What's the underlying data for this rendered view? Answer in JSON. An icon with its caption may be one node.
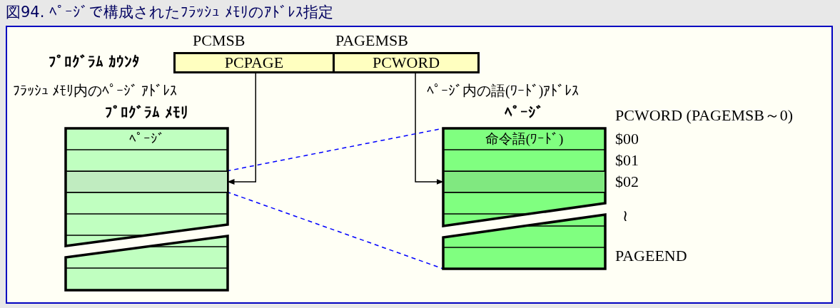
{
  "diagram": {
    "title": "図94. ﾍﾟｰｼﾞで構成されたﾌﾗｯｼｭ ﾒﾓﾘのｱﾄﾞﾚｽ指定",
    "nodes": [
      {
        "text": [
          "PCPAGE"
        ]
      },
      {
        "text": [
          "PCWORD"
        ]
      },
      {
        "text": [
          "ﾌﾟﾛｸﾞﾗﾑ ﾒﾓﾘ",
          "ﾍﾟｰｼﾞ"
        ]
      },
      {
        "text": [],
        "shape": "box",
        "in": 2
      },
      {
        "text": [
          "ﾍﾟｰｼﾞ",
          "命令語(ﾜｰﾄﾞ)"
        ]
      },
      {
        "text": [],
        "shape": "box",
        "in": 4
      }
    ],
    "edges": [
      {
        "from": 0,
        "to": 3,
        "arrow": "to"
      },
      {
        "from": 1,
        "to": 5,
        "arrow": "to"
      },
      {
        "from": 3,
        "to": 4,
        "arrow": "none",
        "style": "dashed",
        "color": "#0000ff"
      },
      {
        "from": 3,
        "to": 4,
        "arrow": "none",
        "style": "dashed",
        "color": "#0000ff"
      }
    ],
    "labels": [
      "PCMSB",
      "PAGEMSB",
      "ﾌﾟﾛｸﾞﾗﾑ ｶｳﾝﾀ",
      "ﾌﾗｯｼｭ ﾒﾓﾘ内のﾍﾟｰｼﾞ ｱﾄﾞﾚｽ",
      "ﾍﾟｰｼﾞ内の語(ﾜｰﾄﾞ)ｱﾄﾞﾚｽ",
      "PCWORD (PAGEMSB～0)",
      "$00",
      "$01",
      "$02",
      "≀",
      "PAGEEND"
    ]
  }
}
